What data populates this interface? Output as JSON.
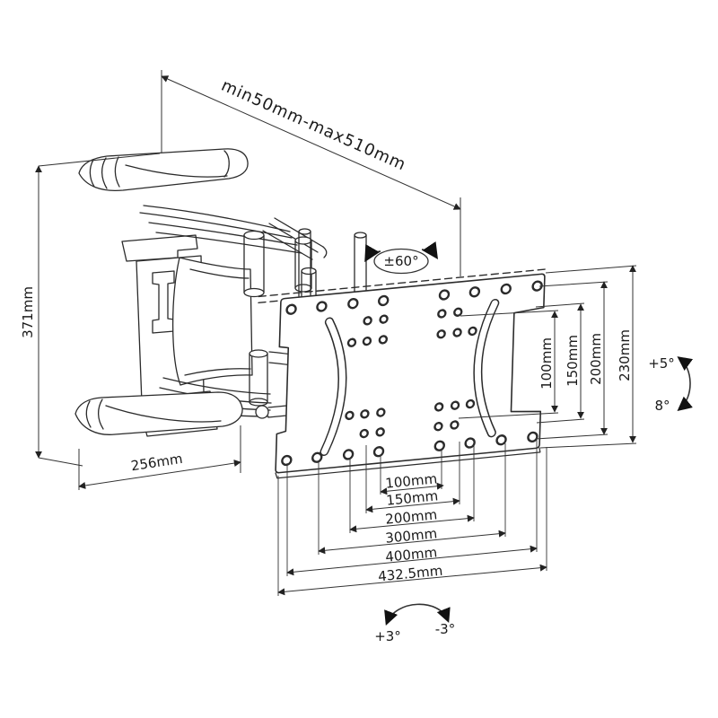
{
  "meta": {
    "title": "TV wall mount bracket dimensional line drawing"
  },
  "annotations": {
    "extension_range": "min50mm-max510mm",
    "swivel_range": "±60°",
    "height": "371mm",
    "arm_width": "256mm",
    "tilt_up": "+5°",
    "tilt_down": "8°",
    "swivel_plus": "+3°",
    "swivel_minus": "-3°",
    "vertical_dims": [
      "100mm",
      "150mm",
      "200mm",
      "230mm"
    ],
    "horizontal_dims": [
      "100mm",
      "150mm",
      "200mm",
      "300mm",
      "400mm",
      "432.5mm"
    ]
  },
  "colors": {
    "line": "#2b2b2b",
    "dim_line": "#3a3a3a",
    "text": "#1a1a1a",
    "background": "#ffffff"
  }
}
